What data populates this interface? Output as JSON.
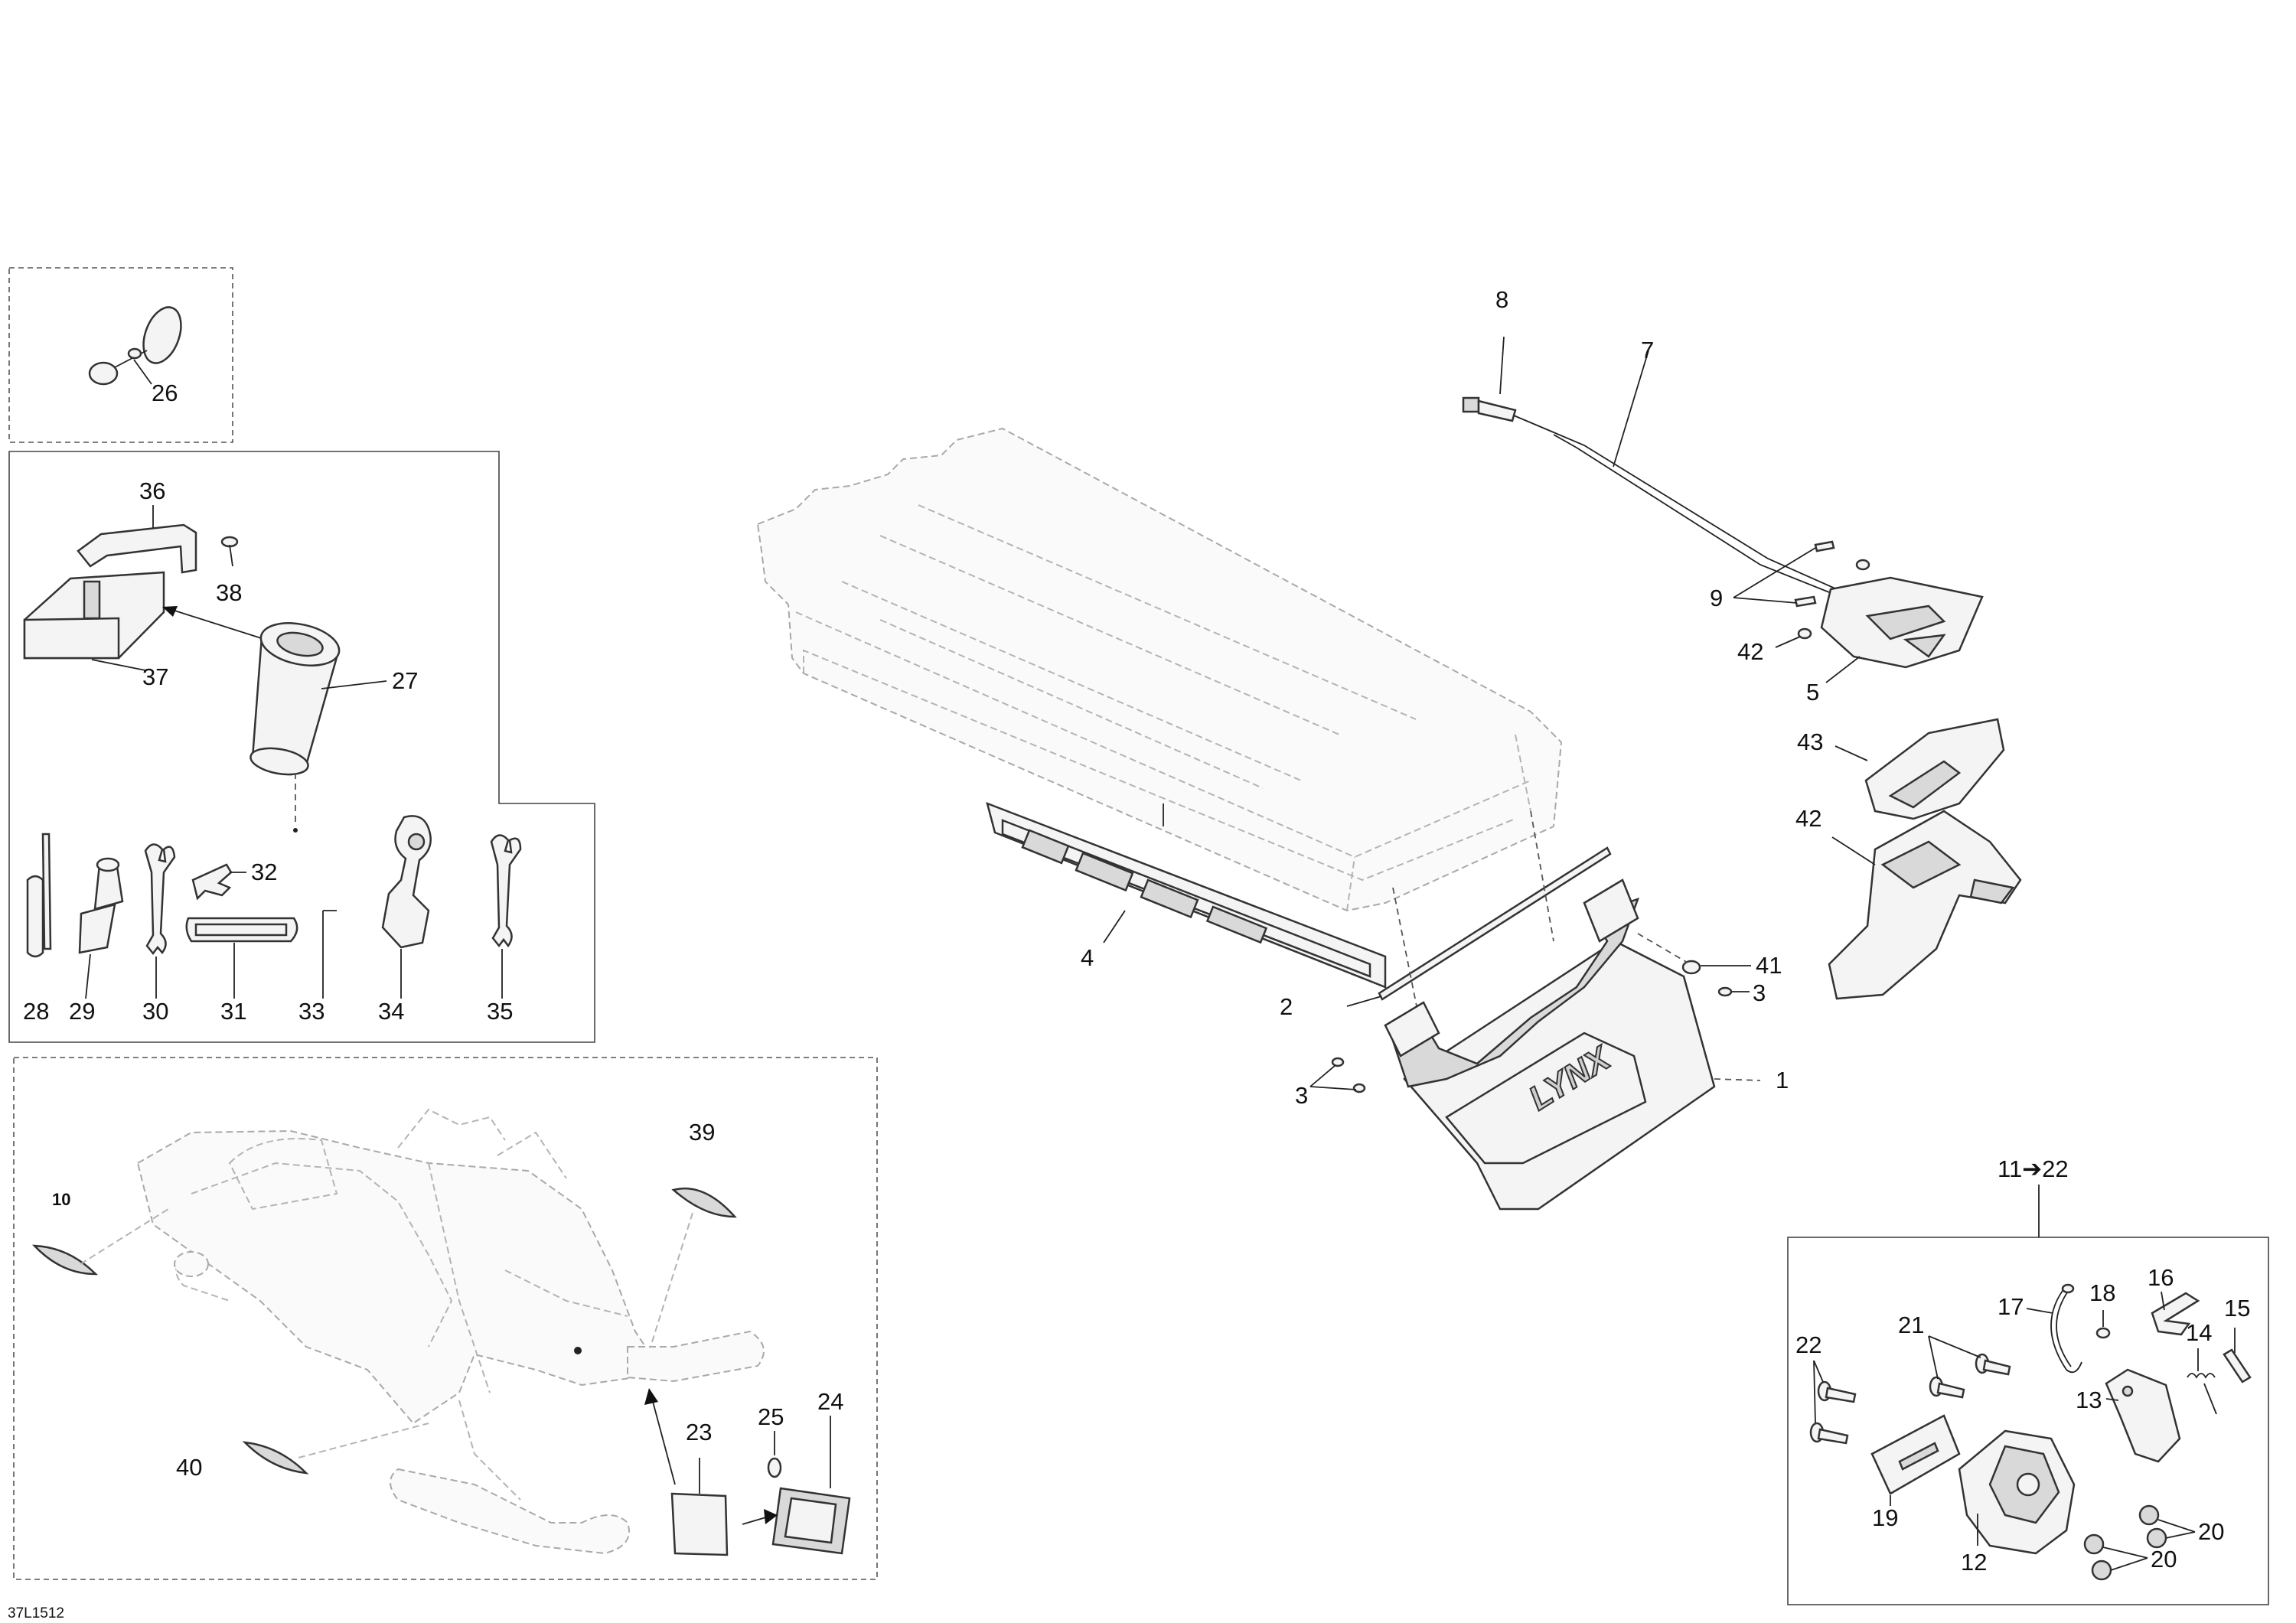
{
  "diagram": {
    "reference_code": "37L1512",
    "callouts": {
      "c1": "1",
      "c2": "2",
      "c3a": "3",
      "c3b": "3",
      "c4": "4",
      "c5": "5",
      "c7": "7",
      "c8": "8",
      "c9": "9",
      "c10": "10",
      "c11_22": "11➔22",
      "c12": "12",
      "c13": "13",
      "c14": "14",
      "c15": "15",
      "c16": "16",
      "c17": "17",
      "c18": "18",
      "c19": "19",
      "c20a": "20",
      "c20b": "20",
      "c21": "21",
      "c22": "22",
      "c23": "23",
      "c24": "24",
      "c25": "25",
      "c26": "26",
      "c27": "27",
      "c28": "28",
      "c29": "29",
      "c30": "30",
      "c31": "31",
      "c32": "32",
      "c33": "33",
      "c34": "34",
      "c35": "35",
      "c36": "36",
      "c37": "37",
      "c38": "38",
      "c39": "39",
      "c40": "40",
      "c41": "41",
      "c42a": "42",
      "c42b": "42",
      "c43": "43"
    },
    "flap_logo": "LYNX"
  }
}
